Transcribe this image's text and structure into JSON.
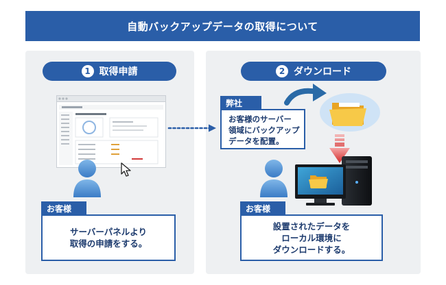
{
  "title": "自動バックアップデータの取得について",
  "step1": {
    "number": "1",
    "label": "取得申請",
    "tag": "お客様",
    "lines": [
      "サーバーパネルより",
      "取得の申請をする。"
    ]
  },
  "step2": {
    "number": "2",
    "label": "ダウンロード",
    "company_tag": "弊社",
    "company_lines": [
      "お客様のサーバー",
      "領域にバックアップ",
      "データを配置。"
    ],
    "tag": "お客様",
    "lines": [
      "設置されたデータを",
      "ローカル環境に",
      "ダウンロードする。"
    ]
  },
  "colors": {
    "primary": "#2a5ea8",
    "panel": "#eef0f2",
    "arrow_down": "#d33a3a",
    "folder": "#f2b731",
    "person": "#4a8fd4"
  },
  "icons": [
    "browser-window-icon",
    "cursor-icon",
    "person-icon",
    "curved-arrow-icon",
    "folder-icon",
    "down-arrow-icon",
    "desktop-computer-icon",
    "dotted-arrow-icon"
  ]
}
